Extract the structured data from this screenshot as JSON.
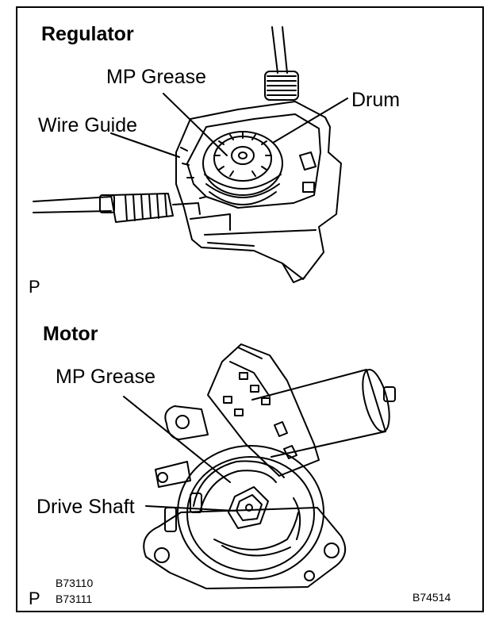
{
  "regulator": {
    "title": "Regulator",
    "labels": {
      "mp_grease": "MP Grease",
      "drum": "Drum",
      "wire_guide": "Wire Guide"
    },
    "code": "P"
  },
  "motor": {
    "title": "Motor",
    "labels": {
      "mp_grease": "MP Grease",
      "drive_shaft": "Drive Shaft"
    },
    "code": "P"
  },
  "footer": {
    "ref1": "B73110",
    "ref2": "B73111",
    "ref_right": "B74514"
  }
}
